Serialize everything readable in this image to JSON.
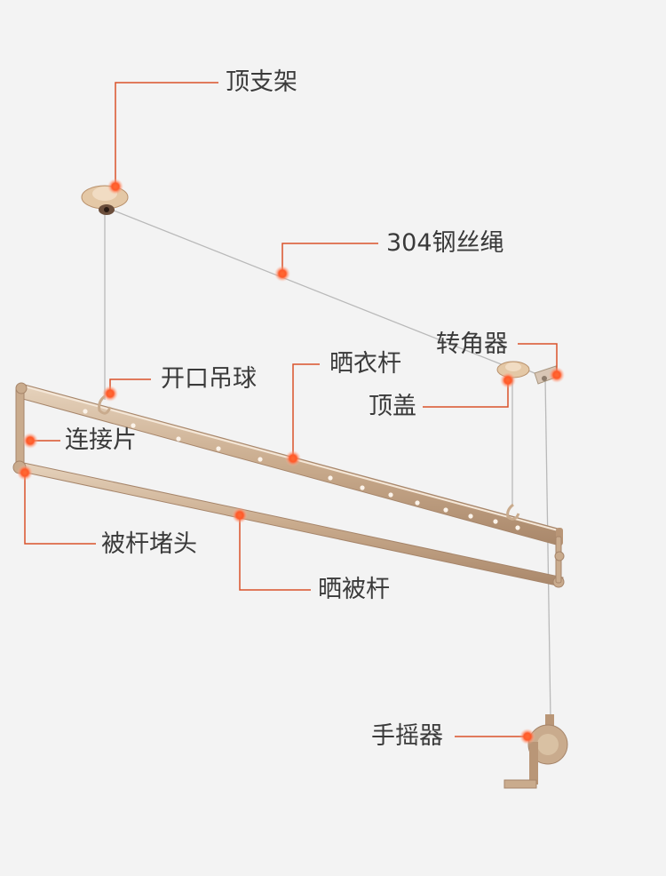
{
  "colors": {
    "background": "#f3f3f3",
    "leader": "#d9532b",
    "dot": "#ff5a2a",
    "metal": "#c9ab8d"
  },
  "labels": {
    "top_bracket": "顶支架",
    "steel_wire": "304钢丝绳",
    "corner": "转角器",
    "hook_ball": "开口吊球",
    "cloth_pole": "晒衣杆",
    "top_cover": "顶盖",
    "connector": "连接片",
    "end_cap": "被杆堵头",
    "quilt_pole": "晒被杆",
    "crank": "手摇器"
  }
}
